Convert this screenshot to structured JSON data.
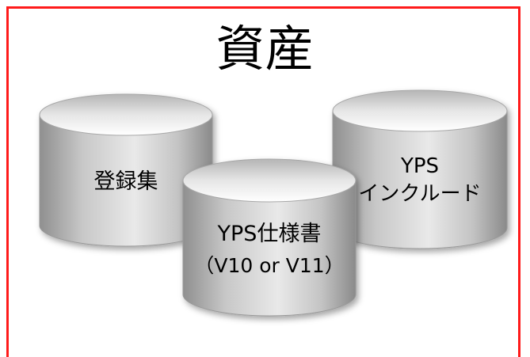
{
  "title": "資産",
  "cylinders": [
    {
      "lines": [
        "登録集"
      ]
    },
    {
      "lines": [
        "YPS",
        "インクルード"
      ]
    },
    {
      "lines": [
        "YPS仕様書",
        "（V10 or V11）"
      ]
    }
  ],
  "colors": {
    "frame": "#ff1a1a",
    "cylinder_light": "#f2f2f2",
    "cylinder_mid": "#cfcfcf",
    "cylinder_dark": "#9a9a9a",
    "text": "#000000"
  }
}
